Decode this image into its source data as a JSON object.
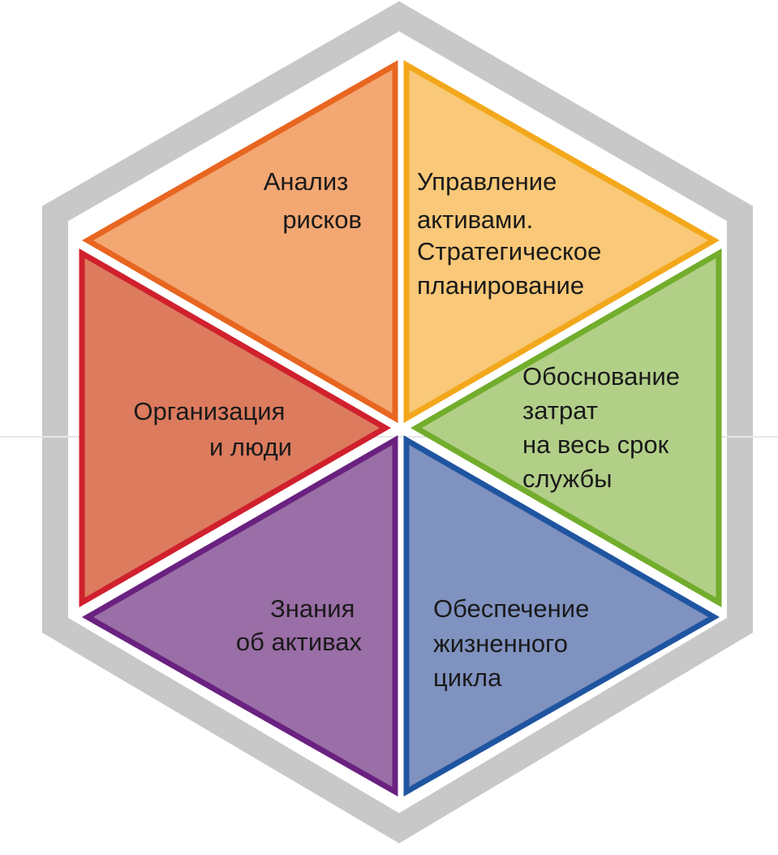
{
  "frame": {
    "color": "#c8c8c8"
  },
  "segments": [
    {
      "id": "risk-analysis",
      "lines": [
        "Анализ",
        "рисков"
      ],
      "fill": "#f3a772",
      "stroke": "#e8661f"
    },
    {
      "id": "asset-management-planning",
      "lines": [
        "Управление",
        "активами.",
        "Стратегическое",
        "планирование"
      ],
      "fill": "#f9c878",
      "stroke": "#f3a81b"
    },
    {
      "id": "lifecycle-cost-justification",
      "lines": [
        "Обоснование",
        "затрат",
        "на весь срок",
        "службы"
      ],
      "fill": "#b2cf88",
      "stroke": "#72ad2c"
    },
    {
      "id": "lifecycle-support",
      "lines": [
        "Обеспечение",
        "жизненного",
        "цикла"
      ],
      "fill": "#7f92c0",
      "stroke": "#1f55a0"
    },
    {
      "id": "asset-knowledge",
      "lines": [
        "Знания",
        "об активах"
      ],
      "fill": "#9a6ea6",
      "stroke": "#6a2180"
    },
    {
      "id": "organization-people",
      "lines": [
        "Организация",
        "и люди"
      ],
      "fill": "#dc7b5e",
      "stroke": "#d0202d"
    }
  ]
}
